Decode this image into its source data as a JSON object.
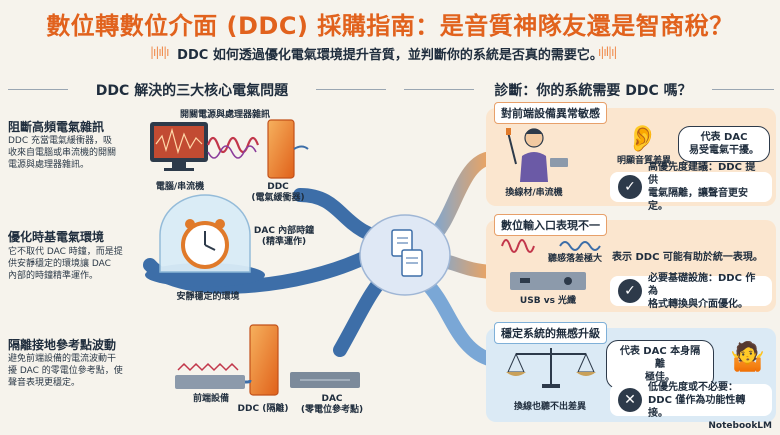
{
  "header": {
    "title": "數位轉數位介面 (DDC) 採購指南：是音質神隊友還是智商稅？",
    "subtitle": "DDC 如何透過優化電氣環境提升音質，並判斷你的系統是否真的需要它。"
  },
  "left": {
    "section_title": "DDC 解決的三大核心電氣問題",
    "items": [
      {
        "heading": "阻斷高頻電氣雜訊",
        "desc": [
          "DDC 充當電氣緩衝器，吸",
          "收來自電腦或串流機的開關",
          "電源與處理器雜訊。"
        ],
        "label_top": "開關電源與處理器雜訊",
        "label_source": "電腦/串流機",
        "label_ddc": [
          "DDC",
          "(電氣緩衝器)"
        ]
      },
      {
        "heading": "優化時基電氣環境",
        "desc": [
          "它不取代 DAC 時鐘，而是提",
          "供安靜穩定的環境讓 DAC",
          "內部的時鐘精準運作。"
        ],
        "label_clock": [
          "DAC 內部時鐘",
          "(精準運作)"
        ],
        "label_env": "安靜穩定的環境"
      },
      {
        "heading": "隔離接地參考點波動",
        "desc": [
          "避免前端設備的電流波動干",
          "擾 DAC 的零電位參考點，使",
          "聲音表現更穩定。"
        ],
        "label_front": "前端設備",
        "label_ddc": "DDC (隔離)",
        "label_dac": [
          "DAC",
          "(零電位參考點)"
        ]
      }
    ]
  },
  "right": {
    "section_title": "診斷：你的系統需要 DDC 嗎？",
    "panels": [
      {
        "tag": "對前端設備異常敏感",
        "caption_person": "換線材/串流機",
        "caption_ear": "明顯音質差異",
        "bubble": [
          "代表 DAC",
          "易受電氣干擾。"
        ],
        "note": [
          "高優先度建議：DDC 提供",
          "電氣隔離，讓聲音更安定。"
        ],
        "note_icon": "check-icon"
      },
      {
        "tag": "數位輸入口表現不一",
        "caption_wave": "聽感落差極大",
        "caption_ports": "USB vs 光纖",
        "side": "表示 DDC 可能有助於統一表現。",
        "note": [
          "必要基礎設施：DDC 作為",
          "格式轉換與介面優化。"
        ],
        "note_icon": "check-icon"
      },
      {
        "tag": "穩定系統的無感升級",
        "caption_scale": "換線也聽不出差異",
        "bubble": [
          "代表 DAC 本身隔離",
          "極佳。"
        ],
        "note": [
          "低優先度或不必要：",
          "DDC 僅作為功能性轉接。"
        ],
        "note_icon": "cross-icon"
      }
    ]
  },
  "footer": {
    "logo": "NotebookLM"
  },
  "colors": {
    "accent": "#e1621d",
    "ink": "#1f2d3d",
    "cable": "#3d6ea8",
    "panel_warm": "#fbe6cf",
    "panel_blue": "#dbeaf5"
  }
}
